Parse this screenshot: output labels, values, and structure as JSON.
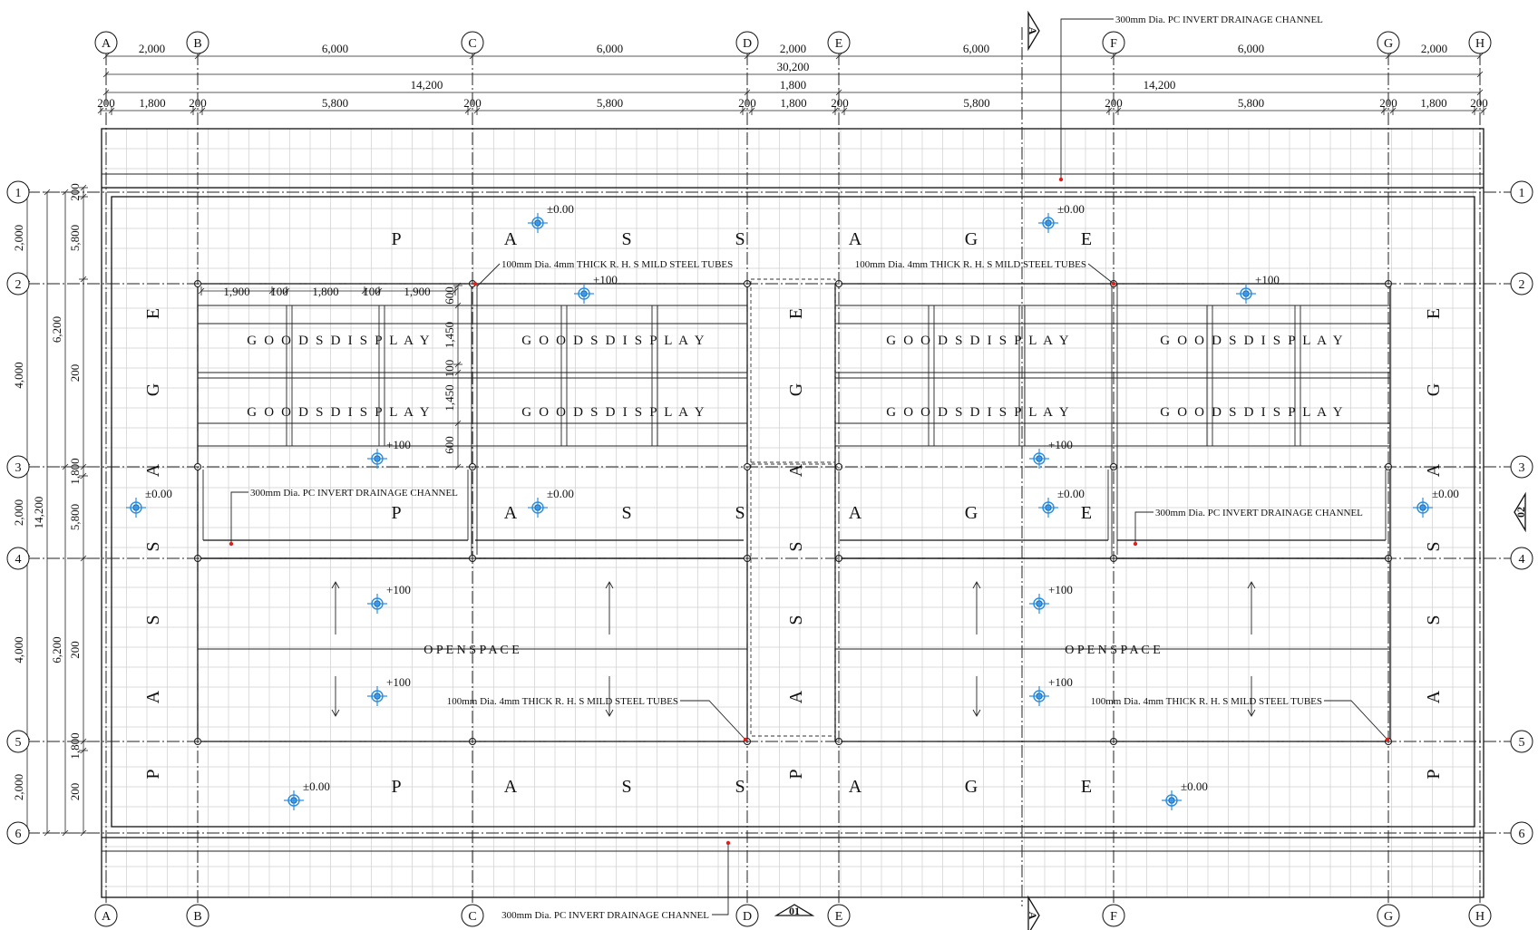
{
  "grid": {
    "cols": [
      "A",
      "B",
      "C",
      "D",
      "E",
      "F",
      "G",
      "H"
    ],
    "rows": [
      "1",
      "2",
      "3",
      "4",
      "5",
      "6"
    ]
  },
  "dimensions": {
    "top_row1": [
      "2,000",
      "6,000",
      "6,000",
      "2,000",
      "6,000",
      "6,000",
      "2,000"
    ],
    "overall": "30,200",
    "half_left": "14,200",
    "middle": "1,800",
    "half_right": "14,200",
    "detail": [
      "200",
      "1,800",
      "200",
      "5,800",
      "200",
      "5,800",
      "200",
      "1,800",
      "200",
      "5,800",
      "200",
      "5,800",
      "200",
      "1,800",
      "200"
    ],
    "left_row_a": [
      "2,000",
      "4,000",
      "2,000",
      "4,000",
      "2,000"
    ],
    "left_overall": "14,200",
    "left_row_b": [
      "6,200",
      "6,200"
    ],
    "left_row_c": [
      "200",
      "5,800",
      "200",
      "1,800",
      "5,800",
      "200",
      "1,800",
      "200"
    ],
    "display_widths": [
      "1,900",
      "100",
      "1,800",
      "100",
      "1,900"
    ],
    "display_depths": [
      "600",
      "1,450",
      "100",
      "1,450",
      "600"
    ]
  },
  "labels": {
    "goods_display": "G O O D S   D I S P L A Y",
    "open_space": "O     P     E     N                    S     P     A     C     E",
    "passage_letters": [
      "P",
      "A",
      "S",
      "S",
      "A",
      "G",
      "E"
    ],
    "drainage": "300mm Dia. PC INVERT DRAINAGE CHANNEL",
    "steel_tubes": "100mm Dia. 4mm THICK R. H. S MILD STEEL TUBES",
    "section_a": "A",
    "section_01": "01",
    "section_02": "02"
  },
  "levels": {
    "zero": "±0.00",
    "plus100": "+100"
  },
  "colors": {
    "level_marker": "#2f8fe0",
    "drain_point": "#e0201b"
  }
}
